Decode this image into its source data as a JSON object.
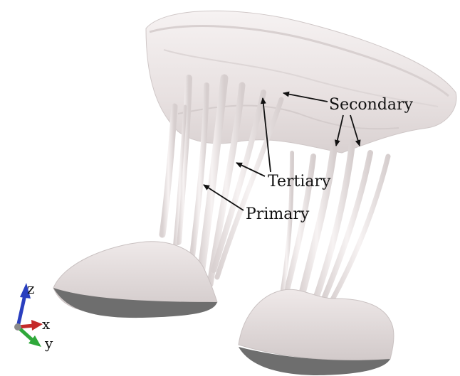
{
  "labels": {
    "secondary": "Secondary",
    "tertiary": "Tertiary",
    "primary": "Primary"
  },
  "axes": {
    "z": "z",
    "x": "x",
    "y": "y"
  },
  "colors": {
    "tissue": "#ece6e6",
    "tissue_shadow": "#cfc7c7",
    "cut_surface": "#6e6e6e",
    "axis_z": "#2a3fbf",
    "axis_x": "#c42a2a",
    "axis_y": "#2fa83a"
  }
}
